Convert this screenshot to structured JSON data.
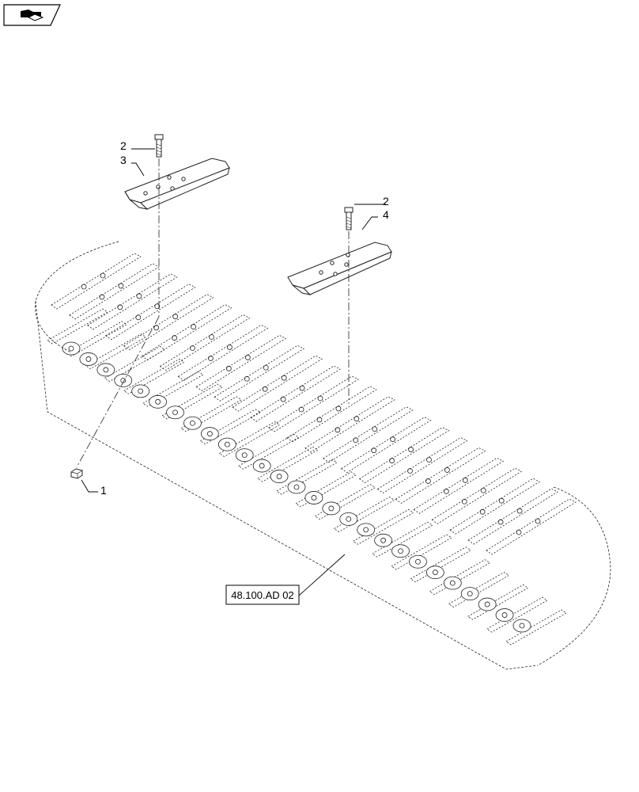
{
  "nav": {
    "icon": "page-turn-icon"
  },
  "callouts": [
    {
      "id": "bolt-upper",
      "number": "2"
    },
    {
      "id": "shoe-upper",
      "number": "3"
    },
    {
      "id": "bolt-right",
      "number": "2"
    },
    {
      "id": "shoe-right",
      "number": "4"
    },
    {
      "id": "nut",
      "number": "1"
    }
  ],
  "reference": {
    "label": "48.100.AD 02"
  }
}
